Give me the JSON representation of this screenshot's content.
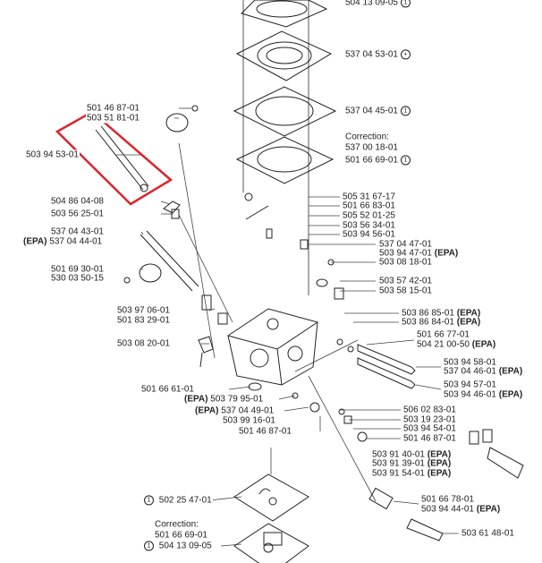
{
  "title": "Carburetor parts diagram",
  "highlight_color": "#d9262c",
  "labels": [
    {
      "part": "504 13 09-05",
      "mark": "1"
    },
    {
      "part": "537 04 53-01",
      "mark": "+"
    },
    {
      "part": "537 04 45-01",
      "mark": "1"
    },
    {
      "part": "Correction:"
    },
    {
      "part": "537 00 18-01"
    },
    {
      "part": "501 66 69-01",
      "mark": "1"
    },
    {
      "part": "505 31 67-17"
    },
    {
      "part": "501 66 83-01"
    },
    {
      "part": "505 52 01-25"
    },
    {
      "part": "503 56 34-01"
    },
    {
      "part": "503 94 56-01"
    },
    {
      "part": "537 04 47-01"
    },
    {
      "part": "503 94 47-01",
      "suffix": "(EPA)"
    },
    {
      "part": "503 08 18-01"
    },
    {
      "part": "503 57 42-01"
    },
    {
      "part": "503 58 15-01"
    },
    {
      "part": "503 86 85-01",
      "suffix": "(EPA)"
    },
    {
      "part": "503 86 84-01",
      "suffix": "(EPA)"
    },
    {
      "part": "501 66 77-01"
    },
    {
      "part": "504 21 00-50",
      "suffix": "(EPA)"
    },
    {
      "part": "503 94 58-01"
    },
    {
      "part": "537 04 46-01",
      "suffix": "(EPA)"
    },
    {
      "part": "503 94 57-01"
    },
    {
      "part": "503 94 46-01",
      "suffix": "(EPA)"
    },
    {
      "part": "506 02 83-01"
    },
    {
      "part": "503 19 23-01"
    },
    {
      "part": "503 94 54-01"
    },
    {
      "part": "501 46 87-01"
    },
    {
      "part": "503 91 40-01",
      "suffix": "(EPA)"
    },
    {
      "part": "503 91 39-01",
      "suffix": "(EPA)"
    },
    {
      "part": "503 91 54-01",
      "suffix": "(EPA)"
    },
    {
      "part": "501 66 78-01"
    },
    {
      "part": "503 94 44-01",
      "suffix": "(EPA)"
    },
    {
      "part": "503 61 48-01"
    },
    {
      "part": "501 46 87-01"
    },
    {
      "part": "503 51 81-01"
    },
    {
      "part": "503 94 53-01"
    },
    {
      "part": "504 86 04-08"
    },
    {
      "part": "503 56 25-01"
    },
    {
      "part": "537 04 43-01"
    },
    {
      "part": "537 04 44-01",
      "prefix": "(EPA)"
    },
    {
      "part": "501 69 30-01"
    },
    {
      "part": "530 03 50-15"
    },
    {
      "part": "503 97 06-01"
    },
    {
      "part": "501 83 29-01"
    },
    {
      "part": "503 08 20-01"
    },
    {
      "part": "501 66 61-01"
    },
    {
      "part": "503 79 95-01",
      "prefix": "(EPA)"
    },
    {
      "part": "537 04 49-01",
      "prefix": "(EPA)"
    },
    {
      "part": "503 99 16-01"
    },
    {
      "part": "501 46 87-01"
    },
    {
      "part": "502 25 47-01",
      "lmark": "1"
    },
    {
      "part": "Correction:"
    },
    {
      "part": "501 66 69-01"
    },
    {
      "part": "504 13 09-05",
      "lmark": "1"
    }
  ]
}
